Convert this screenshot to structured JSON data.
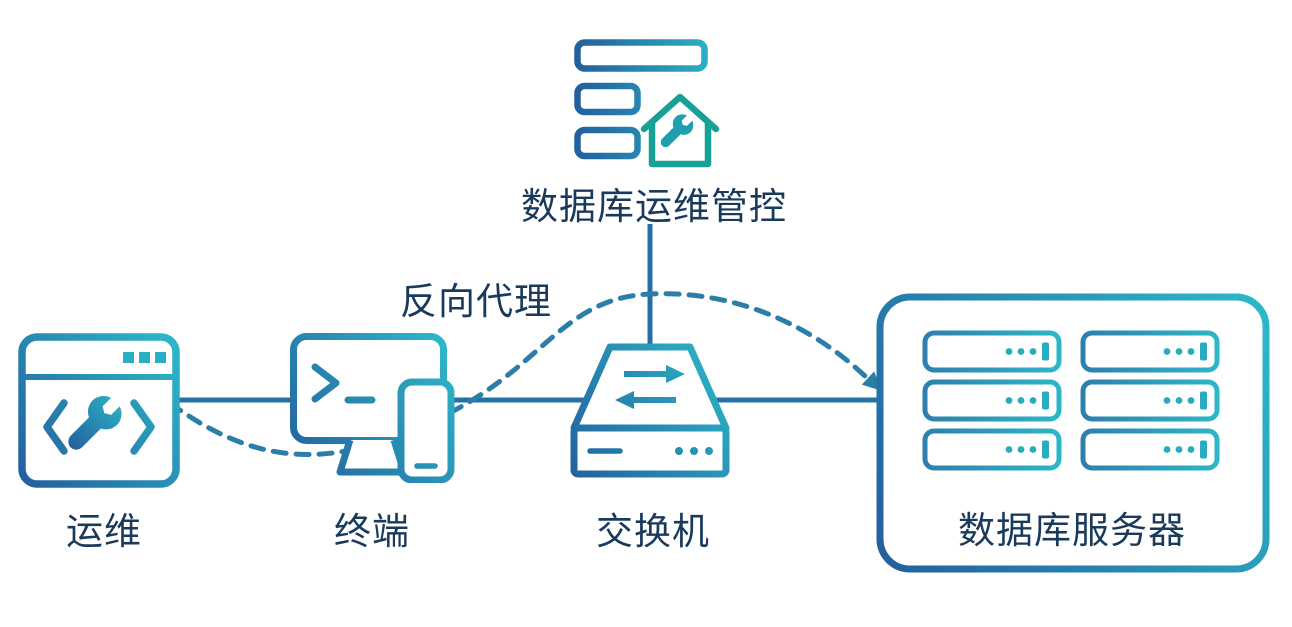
{
  "colors": {
    "gradient_start": "#235e9d",
    "gradient_end": "#2db6c7",
    "home_icon_green": "#17a096",
    "home_wrench_teal": "#1f9fae",
    "solid_line": "#2470a5",
    "dashed_line": "#2b7ea8",
    "label_text": "#1a3a5c",
    "background": "#ffffff"
  },
  "nodes": {
    "db_ops_control": {
      "label": "数据库运维管控"
    },
    "ops": {
      "label": "运维"
    },
    "terminal": {
      "label": "终端"
    },
    "switch": {
      "label": "交换机"
    },
    "db_servers": {
      "label": "数据库服务器",
      "server_unit_count": 6
    }
  },
  "edges": {
    "reverse_proxy": {
      "label": "反向代理",
      "style": "dashed-curve-with-arrow",
      "from": "ops",
      "to": "db_servers"
    },
    "connections": [
      {
        "from": "ops",
        "to": "terminal",
        "style": "solid"
      },
      {
        "from": "terminal",
        "to": "switch",
        "style": "solid"
      },
      {
        "from": "switch",
        "to": "db_servers",
        "style": "solid"
      },
      {
        "from": "db_ops_control",
        "to": "switch",
        "style": "solid"
      }
    ]
  }
}
